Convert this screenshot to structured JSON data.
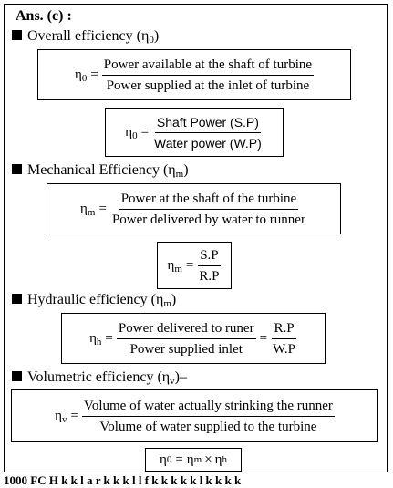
{
  "answer_label": "Ans. (c) :",
  "sections": {
    "overall": {
      "heading": "Overall efficiency (η",
      "heading_sub": "0",
      "heading_end": ")",
      "formula1": {
        "lhs": "η",
        "lhs_sub": "0",
        "equals": "=",
        "numerator": "Power available at the shaft of turbine",
        "denominator": "Power supplied at the inlet of turbine"
      },
      "formula2": {
        "lhs": "η",
        "lhs_sub": "0",
        "equals": "=",
        "numerator": "Shaft Power (S.P)",
        "denominator": "Water power (W.P)"
      }
    },
    "mechanical": {
      "heading": "Mechanical Efficiency (η",
      "heading_sub": "m",
      "heading_end": ")",
      "formula1": {
        "lhs": "η",
        "lhs_sub": "m",
        "equals": "=",
        "numerator": "Power at the shaft of the turbine",
        "denominator": "Power delivered by water to runner"
      },
      "formula2": {
        "lhs": "η",
        "lhs_sub": "m",
        "equals": "=",
        "numerator": "S.P",
        "denominator": "R.P"
      }
    },
    "hydraulic": {
      "heading": "Hydraulic efficiency (η",
      "heading_sub": "m",
      "heading_end": ")",
      "formula": {
        "lhs": "η",
        "lhs_sub": "h",
        "equals": "=",
        "numerator": "Power delivered to runer",
        "denominator": "Power supplied inlet",
        "equals2": "=",
        "numerator2": "R.P",
        "denominator2": "W.P"
      }
    },
    "volumetric": {
      "heading": "Volumetric efficiency (η",
      "heading_sub": "v",
      "heading_end": ")–",
      "formula": {
        "lhs": "η",
        "lhs_sub": "v",
        "equals": "=",
        "numerator": "Volume of water actually strinking the runner",
        "denominator": "Volume of water supplied to the turbine"
      }
    }
  },
  "final_formula": {
    "eta": "η",
    "sub0": "0",
    "equals": "=",
    "sub_m": "m",
    "times": "×",
    "sub_h": "h"
  },
  "cut_text": "1000 FC H k k l a r k k k l l f k k k k k l k k k k"
}
